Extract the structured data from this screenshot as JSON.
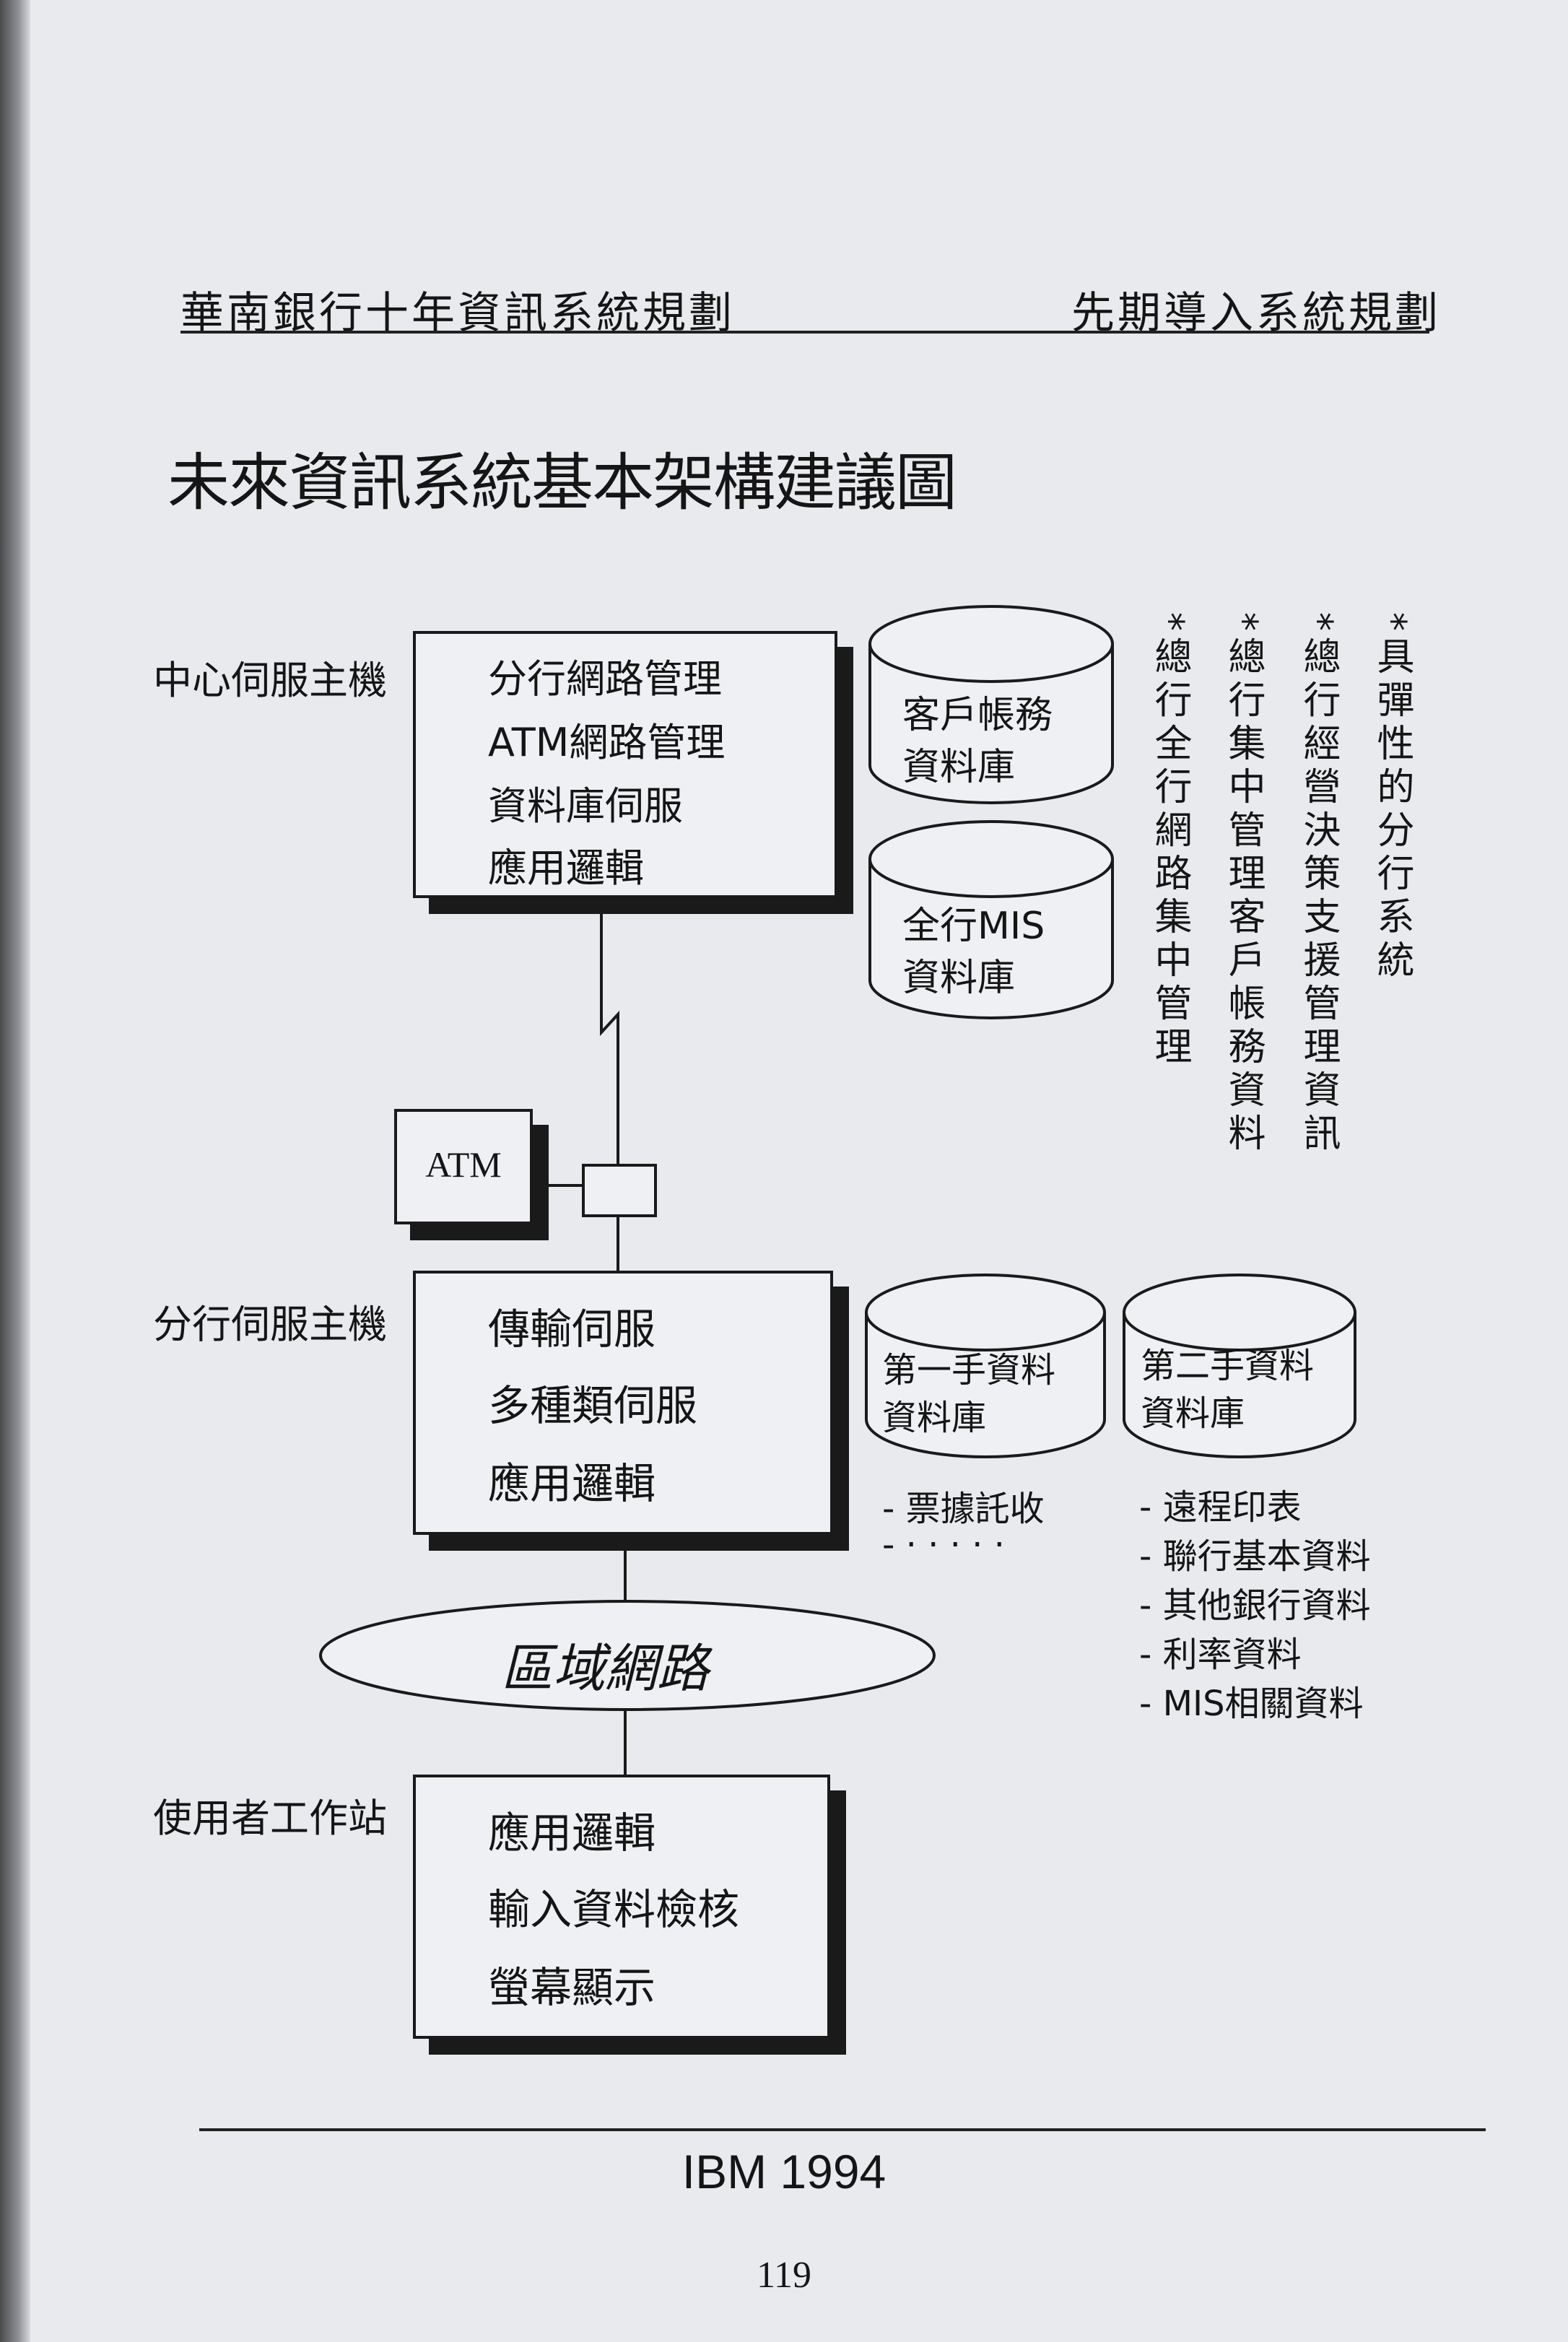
{
  "header": {
    "left": "華南銀行十年資訊系統規劃",
    "right": "先期導入系統規劃"
  },
  "title": "未來資訊系統基本架構建議圖",
  "diagram": {
    "center_host": {
      "label": "中心伺服主機",
      "lines": [
        "分行網路管理",
        "ATM網路管理",
        "資料庫伺服",
        "應用邏輯"
      ]
    },
    "center_databases": [
      {
        "lines": [
          "客戶帳務",
          "資料庫"
        ]
      },
      {
        "lines": [
          "全行MIS",
          "資料庫"
        ]
      }
    ],
    "notes": [
      "*具彈性的分行系統",
      "*總行經營決策支援管理資訊",
      "*總行集中管理客戶帳務資料",
      "*總行全行網路集中管理"
    ],
    "atm": "ATM",
    "branch_host": {
      "label": "分行伺服主機",
      "lines": [
        "傳輸伺服",
        "多種類伺服",
        "應用邏輯"
      ]
    },
    "branch_databases": [
      {
        "lines": [
          "第一手資料",
          "資料庫"
        ],
        "items": [
          "- 票據託收",
          "- · · · · ·"
        ]
      },
      {
        "lines": [
          "第二手資料",
          "資料庫"
        ],
        "items": [
          "- 遠程印表",
          "- 聯行基本資料",
          "- 其他銀行資料",
          "- 利率資料",
          "- MIS相關資料"
        ]
      }
    ],
    "lan": "區域網路",
    "workstation": {
      "label": "使用者工作站",
      "lines": [
        "應用邏輯",
        "輸入資料檢核",
        "螢幕顯示"
      ]
    }
  },
  "footer": "IBM 1994",
  "page_number": "119"
}
